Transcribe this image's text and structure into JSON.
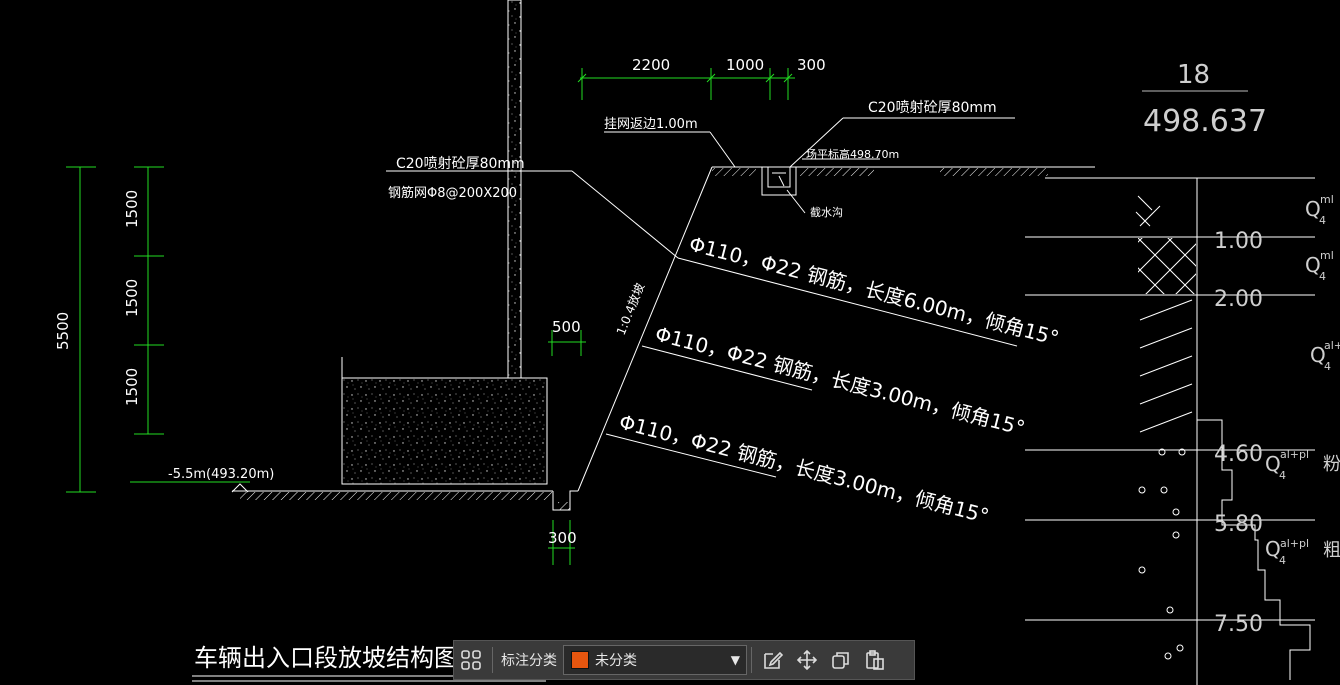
{
  "dims": {
    "d2200": "2200",
    "d1000": "1000",
    "d300_top": "300",
    "d500": "500",
    "d300_bottom": "300",
    "d5500": "5500",
    "d1500_a": "1500",
    "d1500_b": "1500",
    "d1500_c": "1500"
  },
  "labels": {
    "c20_right": "C20喷射砼厚80mm",
    "net_return": "挂网返边1.00m",
    "ground_level": "场平标高498.70m",
    "drain_ditch": "截水沟",
    "c20_left": "C20喷射砼厚80mm",
    "mesh": "钢筋网Φ8@200X200",
    "base_level": "-5.5m(493.20m)",
    "slope_ratio": "1:0.4放坡",
    "nail_1": "Φ110，Φ22 钢筋，长度6.00m，倾角15°",
    "nail_2": "Φ110，Φ22 钢筋，长度3.00m，倾角15°",
    "nail_3": "Φ110，Φ22 钢筋，长度3.00m，倾角15°",
    "drawing_title": "车辆出入口段放坡结构图"
  },
  "borehole": {
    "number": "18",
    "elevation": "498.637",
    "depths": [
      "1.00",
      "2.00",
      "4.60",
      "5.80",
      "7.50"
    ],
    "layer_codes": [
      {
        "base": "Q",
        "sub": "4",
        "sup": "ml"
      },
      {
        "base": "Q",
        "sub": "4",
        "sup": "ml"
      },
      {
        "base": "Q",
        "sub": "4",
        "sup": "al+"
      },
      {
        "base": "Q",
        "sub": "4",
        "sup": "al+pl"
      },
      {
        "base": "Q",
        "sub": "4",
        "sup": "al+pl"
      }
    ],
    "layer_names": [
      "粉",
      "粗"
    ]
  },
  "toolbar": {
    "label": "标注分类",
    "selected": "未分类",
    "swatch_color": "#e8560f"
  },
  "colors": {
    "dimension": "#22dd22",
    "linework": "#ffffff",
    "background": "#000000"
  }
}
